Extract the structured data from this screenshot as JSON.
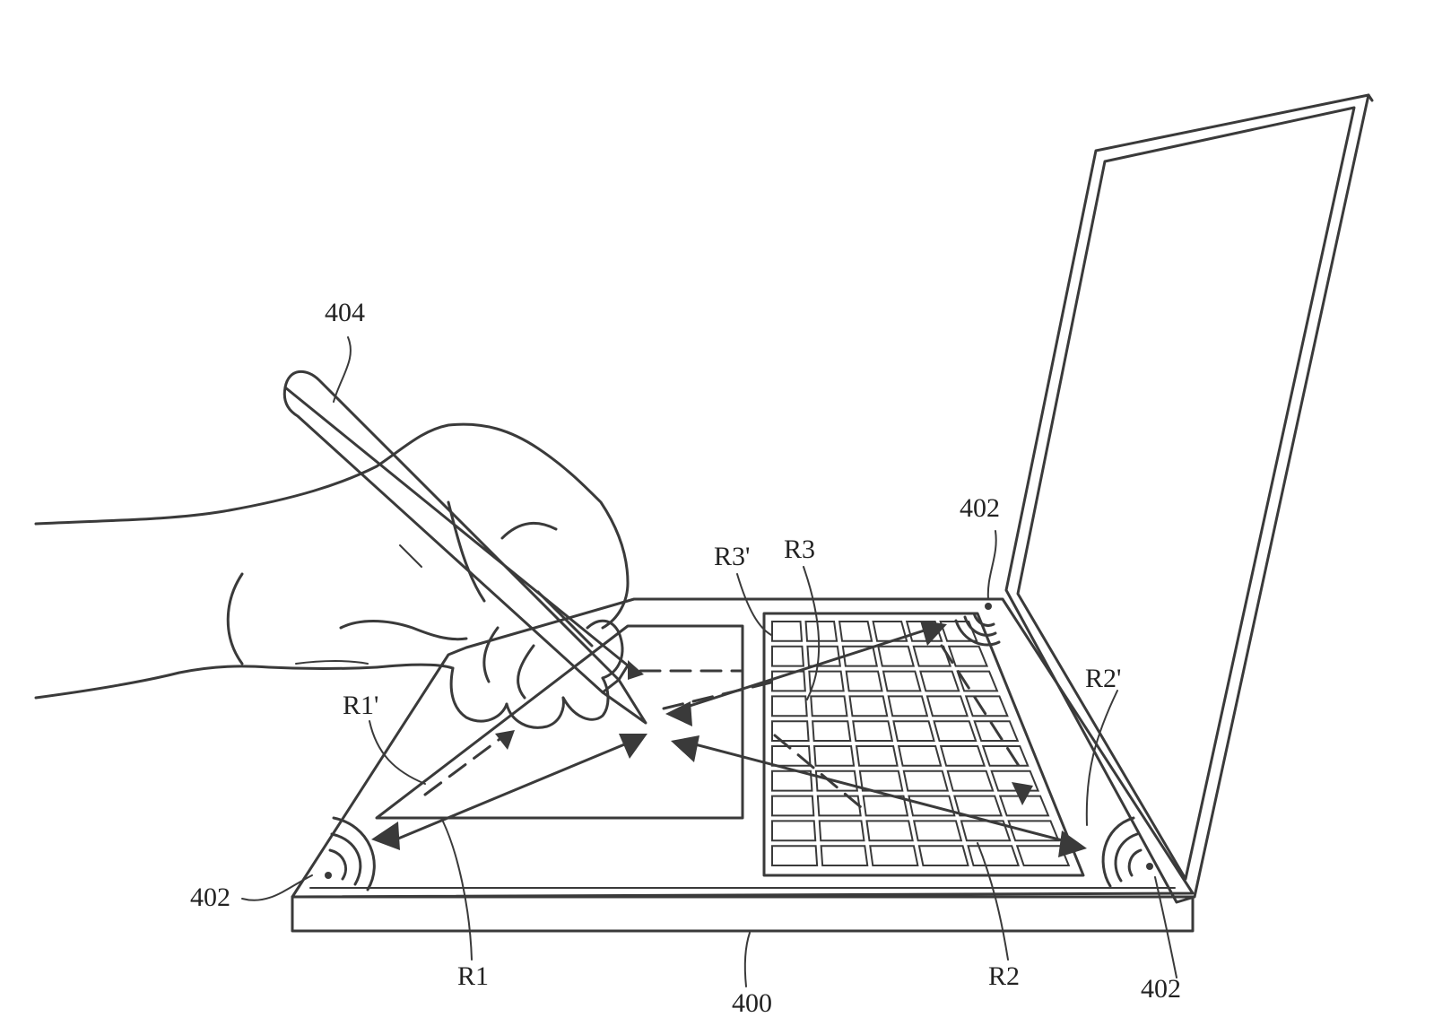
{
  "labels": {
    "stylus": "404",
    "device": "400",
    "transducer_top": "402",
    "transducer_left": "402",
    "transducer_right": "402",
    "r1": "R1",
    "r1_prime": "R1'",
    "r2": "R2",
    "r2_prime": "R2'",
    "r3": "R3",
    "r3_prime": "R3'"
  },
  "colors": {
    "line": "#3a3a3a",
    "background": "#ffffff",
    "text": "#222222"
  },
  "keyboard": {
    "rows": 10,
    "cols": 6
  }
}
